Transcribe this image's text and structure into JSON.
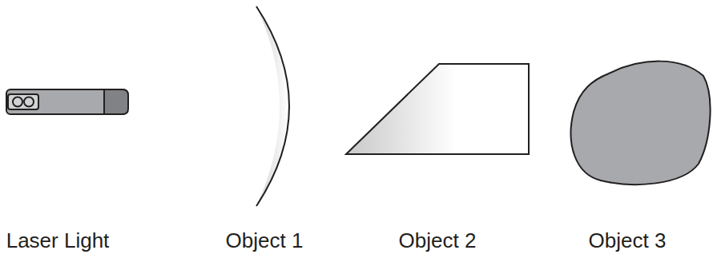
{
  "diagram": {
    "labels": [
      "Laser Light",
      "Object 1",
      "Object 2",
      "Object 3"
    ]
  }
}
